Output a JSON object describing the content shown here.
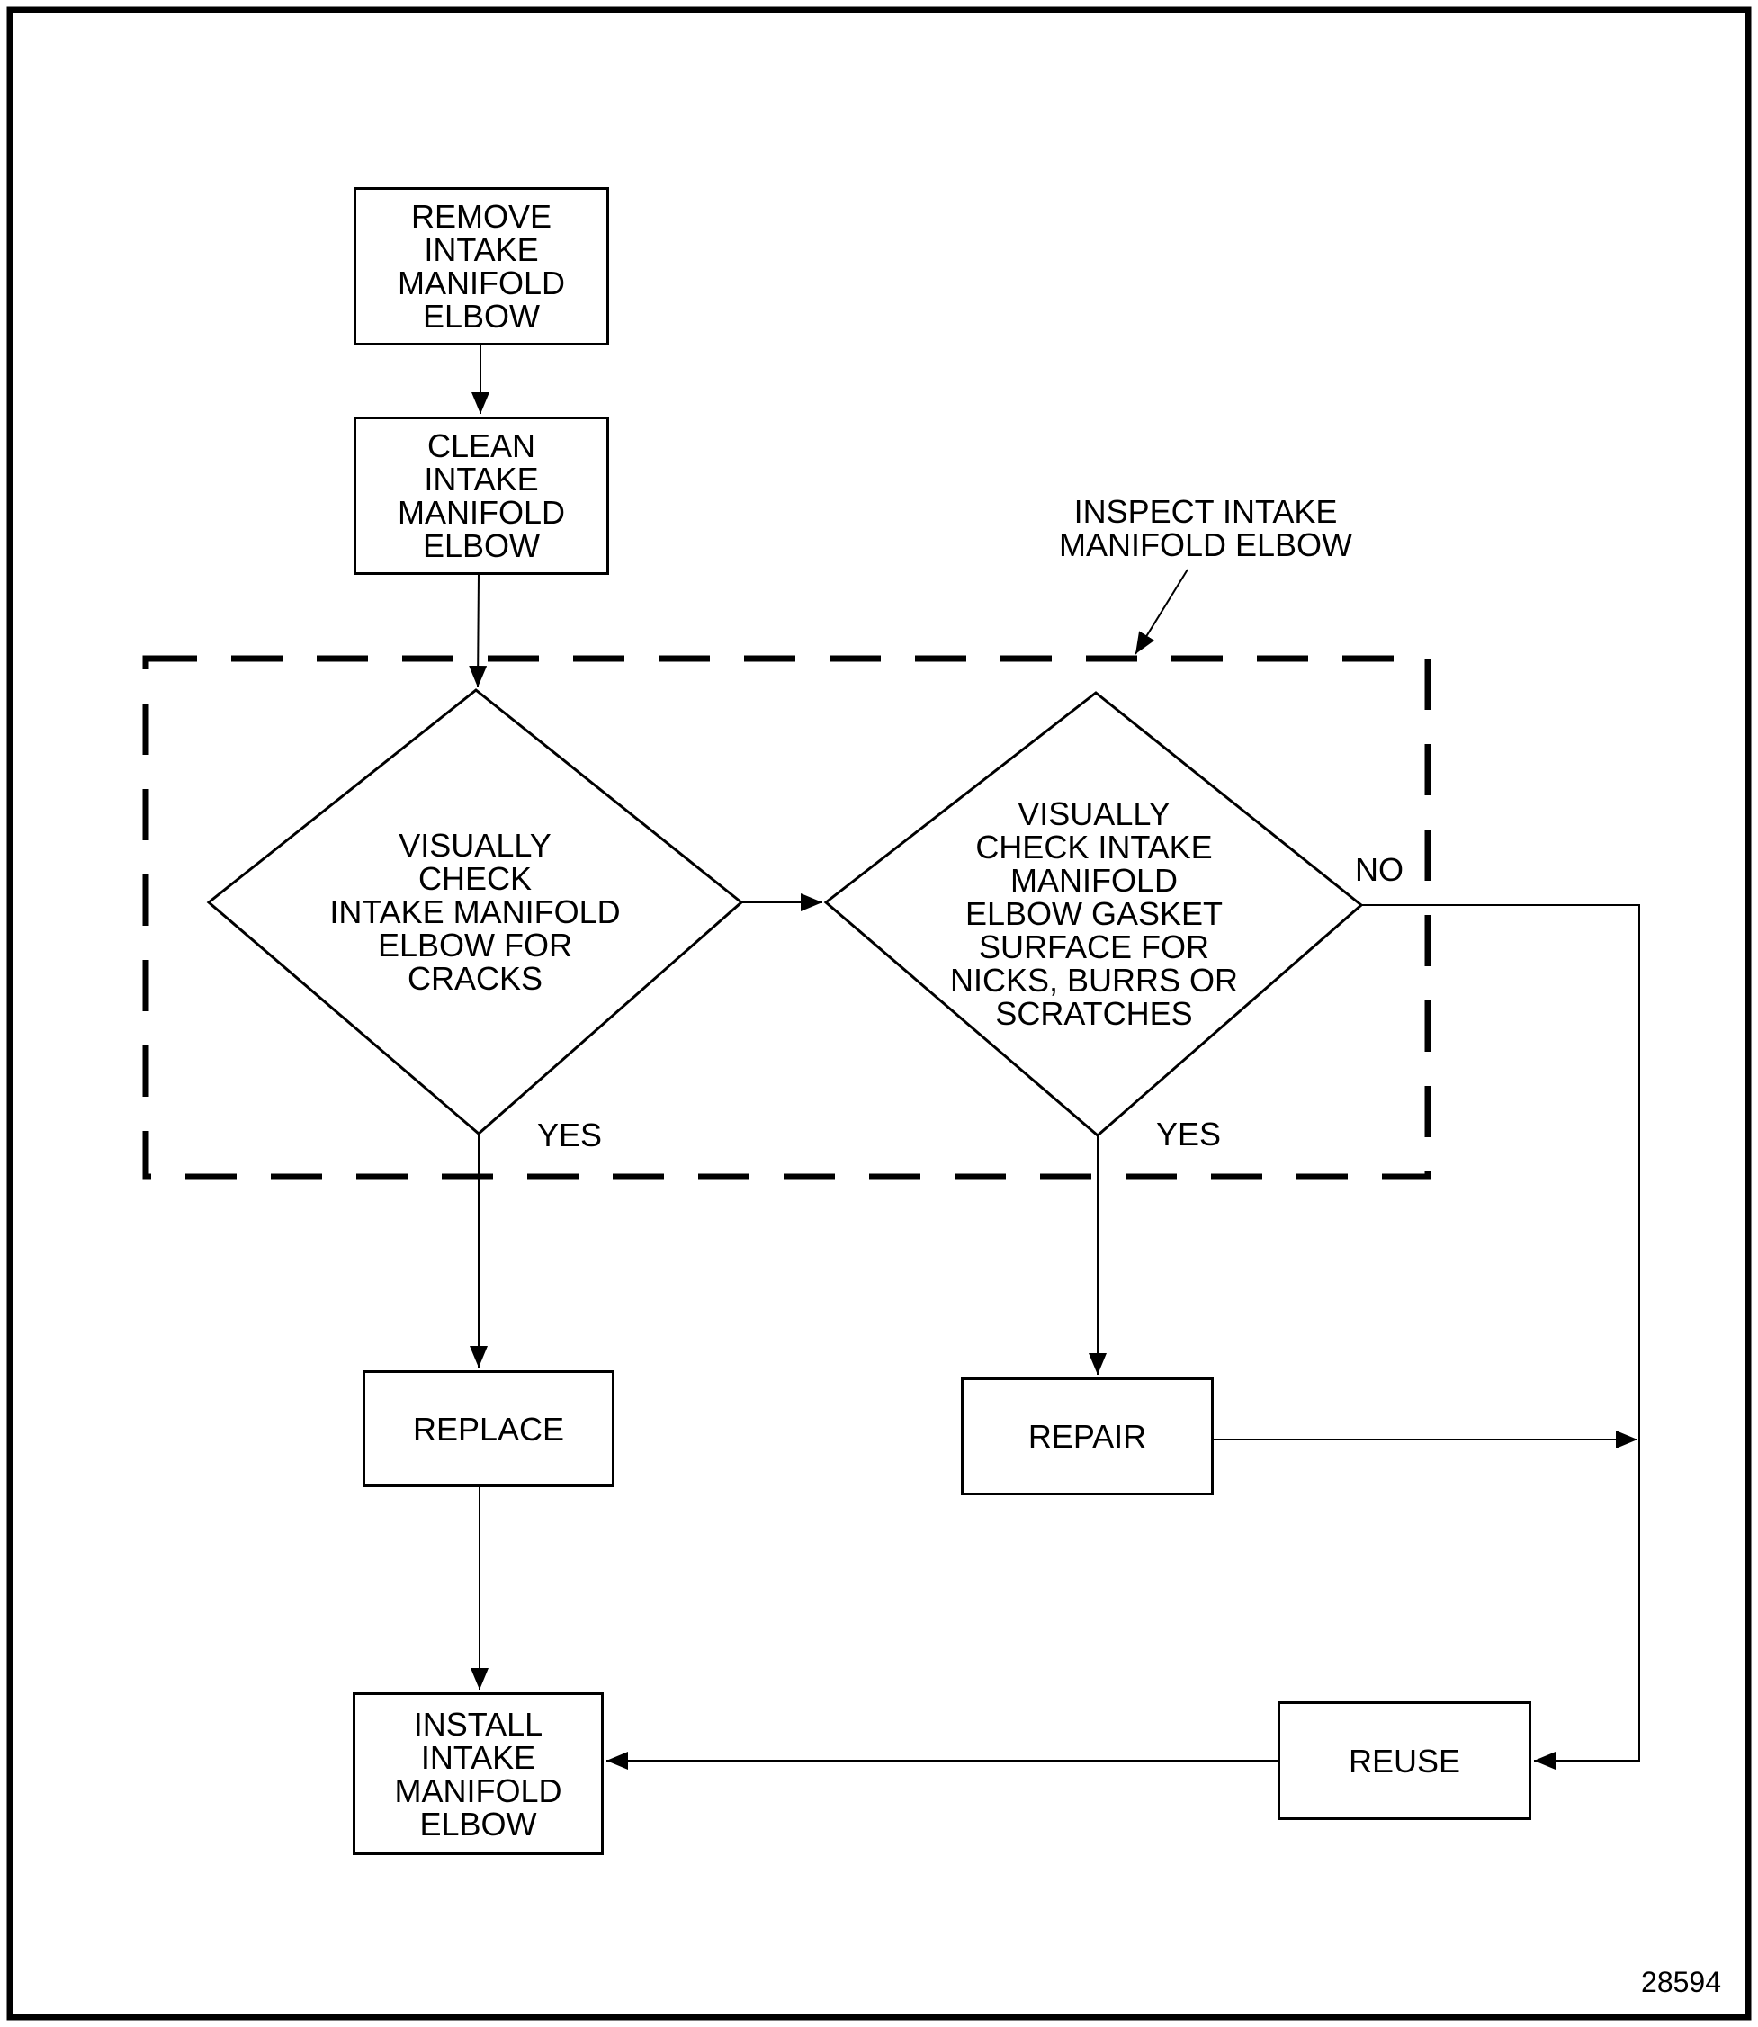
{
  "page": {
    "background": "#ffffff",
    "line_color": "#000000",
    "text_color": "#000000",
    "figure_number": "28594"
  },
  "annotation": {
    "inspect_label": "INSPECT INTAKE\nMANIFOLD ELBOW"
  },
  "nodes": {
    "remove": {
      "type": "process",
      "label": "REMOVE\nINTAKE\nMANIFOLD\nELBOW"
    },
    "clean": {
      "type": "process",
      "label": "CLEAN\nINTAKE\nMANIFOLD\nELBOW"
    },
    "check_cracks": {
      "type": "decision",
      "label": "VISUALLY\nCHECK\nINTAKE MANIFOLD\nELBOW FOR\nCRACKS"
    },
    "check_gasket": {
      "type": "decision",
      "label": "VISUALLY\nCHECK INTAKE\nMANIFOLD\nELBOW GASKET\nSURFACE FOR\nNICKS, BURRS OR\nSCRATCHES"
    },
    "replace": {
      "type": "process",
      "label": "REPLACE"
    },
    "repair": {
      "type": "process",
      "label": "REPAIR"
    },
    "reuse": {
      "type": "process",
      "label": "REUSE"
    },
    "install": {
      "type": "process",
      "label": "INSTALL\nINTAKE\nMANIFOLD\nELBOW"
    }
  },
  "edge_labels": {
    "cracks_yes": "YES",
    "gasket_yes": "YES",
    "gasket_no": "NO"
  },
  "edges": [
    {
      "from": "remove",
      "to": "clean",
      "label": ""
    },
    {
      "from": "clean",
      "to": "check_cracks",
      "label": ""
    },
    {
      "from": "check_cracks",
      "to": "check_gasket",
      "label": ""
    },
    {
      "from": "check_cracks",
      "to": "replace",
      "label": "YES"
    },
    {
      "from": "check_gasket",
      "to": "repair",
      "label": "YES"
    },
    {
      "from": "check_gasket",
      "to": "reuse",
      "label": "NO"
    },
    {
      "from": "repair",
      "to": "reuse",
      "label": ""
    },
    {
      "from": "replace",
      "to": "install",
      "label": ""
    },
    {
      "from": "reuse",
      "to": "install",
      "label": ""
    }
  ]
}
